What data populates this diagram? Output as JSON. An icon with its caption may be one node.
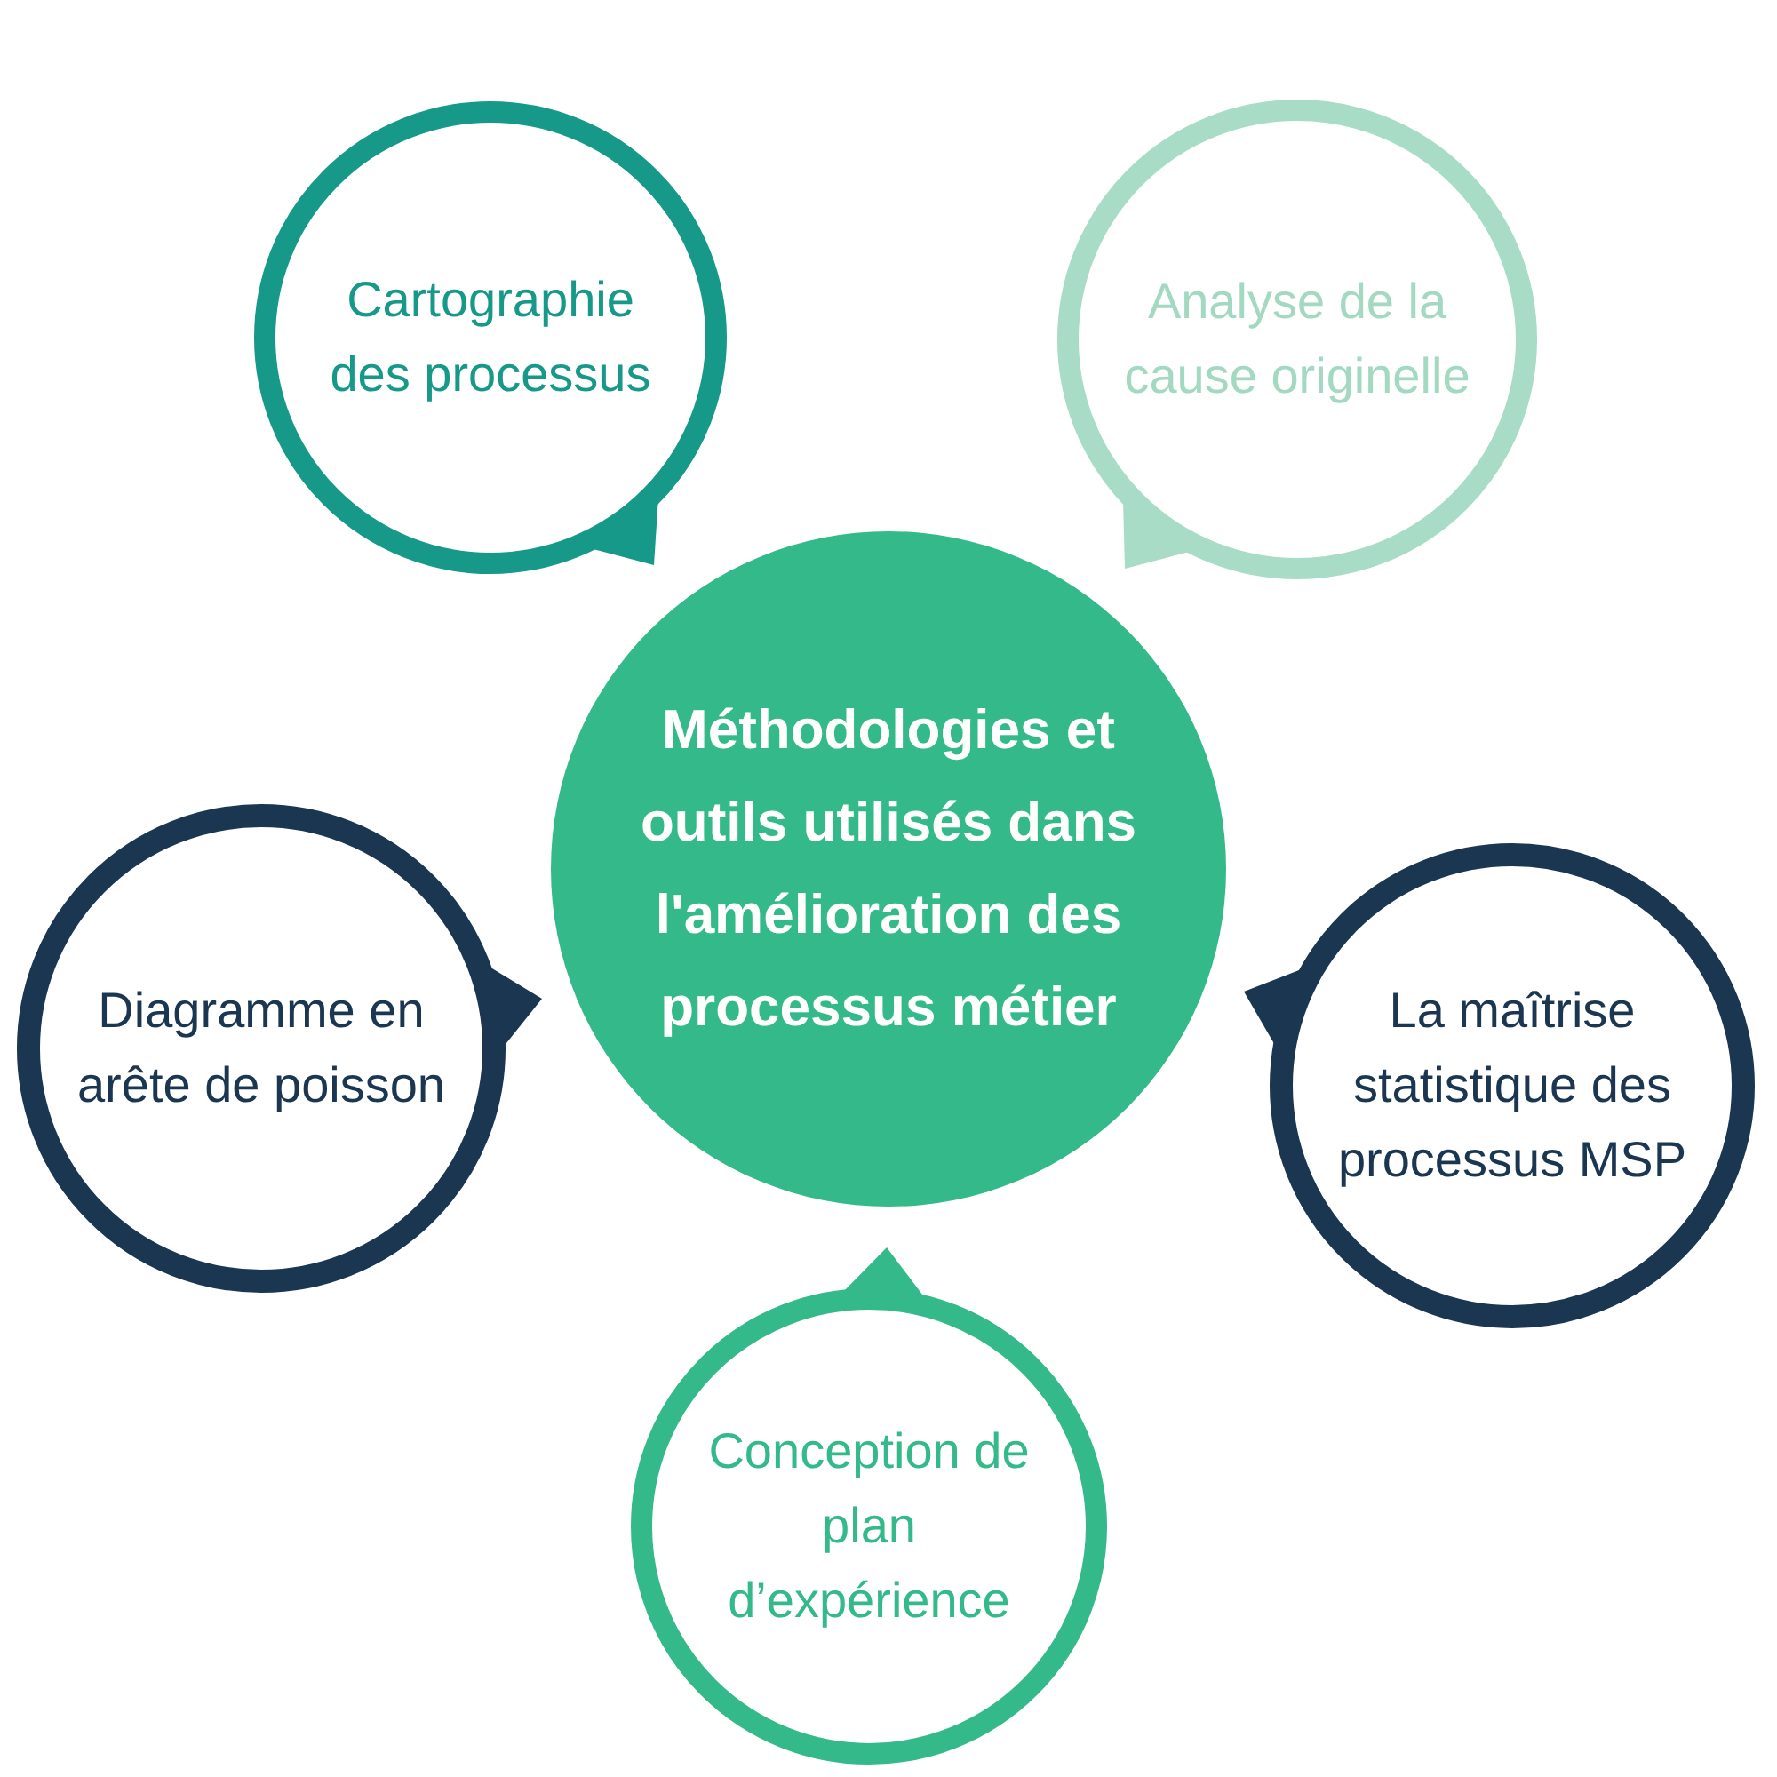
{
  "diagram": {
    "nodes": [
      {
        "text": [
          "Cartographie des processus"
        ]
      },
      {
        "text": [
          "Analyse de la cause originelle"
        ]
      },
      {
        "text": [
          "Méthodologies et outils utilisés dans l'amélioration des processus métier"
        ]
      },
      {
        "text": [
          "Diagramme en arête de poisson"
        ]
      },
      {
        "text": [
          "La maîtrise statistique des processus MSP"
        ]
      },
      {
        "text": [
          "Conception de plan d’expérience"
        ]
      }
    ]
  }
}
